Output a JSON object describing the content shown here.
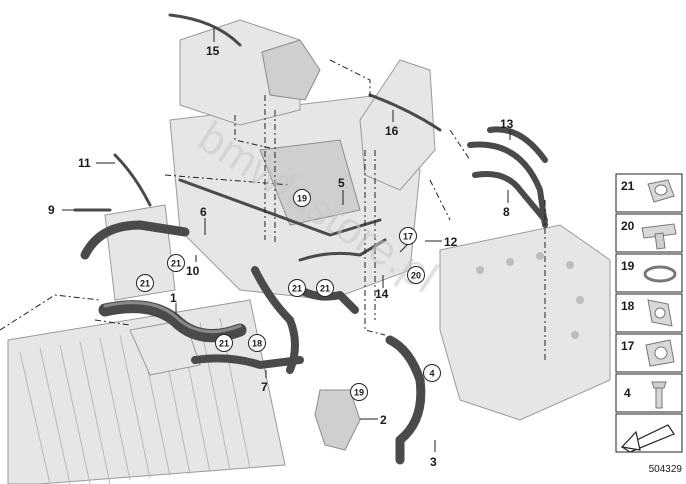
{
  "diagram": {
    "watermark": "bmwfastore.pl",
    "reference_id": "504329",
    "callouts": [
      {
        "label": "1"
      },
      {
        "label": "2"
      },
      {
        "label": "3"
      },
      {
        "label": "4"
      },
      {
        "label": "5"
      },
      {
        "label": "6"
      },
      {
        "label": "7"
      },
      {
        "label": "8"
      },
      {
        "label": "9"
      },
      {
        "label": "10"
      },
      {
        "label": "11"
      },
      {
        "label": "12"
      },
      {
        "label": "13"
      },
      {
        "label": "14"
      },
      {
        "label": "15"
      },
      {
        "label": "16"
      }
    ],
    "circled_callouts": [
      {
        "label": "19"
      },
      {
        "label": "17"
      },
      {
        "label": "20"
      },
      {
        "label": "21"
      },
      {
        "label": "21"
      },
      {
        "label": "21"
      },
      {
        "label": "21"
      },
      {
        "label": "18"
      },
      {
        "label": "21"
      },
      {
        "label": "19"
      },
      {
        "label": "4"
      }
    ],
    "legend": [
      {
        "label": "21",
        "icon": "clamp-nut-icon"
      },
      {
        "label": "20",
        "icon": "t-connector-icon"
      },
      {
        "label": "19",
        "icon": "hose-clamp-icon"
      },
      {
        "label": "18",
        "icon": "bracket-icon"
      },
      {
        "label": "17",
        "icon": "clip-icon"
      },
      {
        "label": "4",
        "icon": "screw-icon"
      }
    ]
  }
}
